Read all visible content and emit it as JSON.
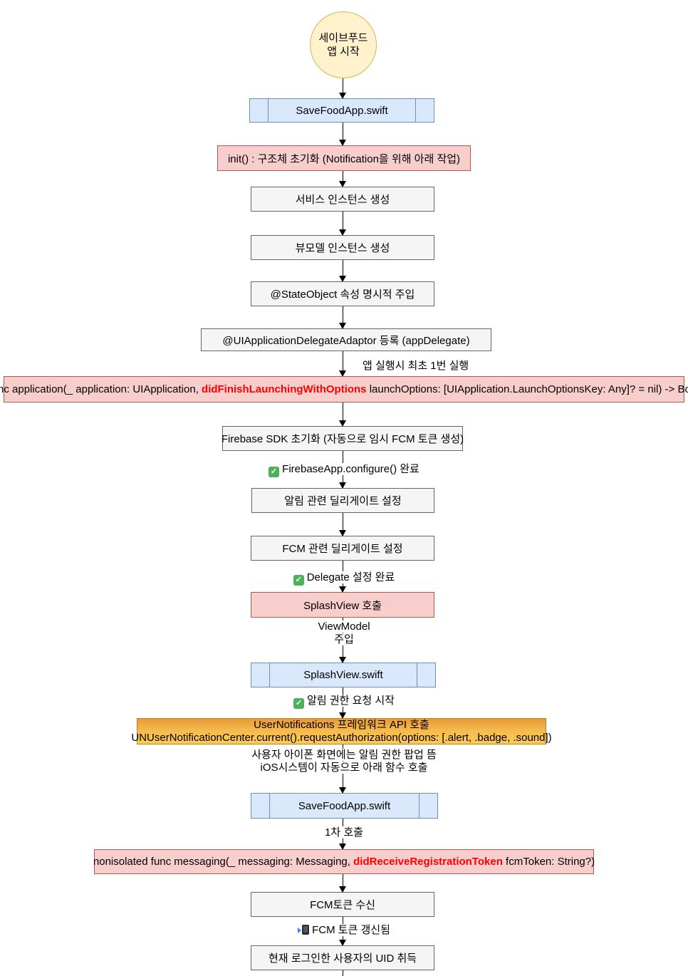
{
  "colors": {
    "start_fill": "#FFF2CC",
    "start_border": "#D6B656",
    "file_fill": "#DAE8FC",
    "file_border": "#6C8EBF",
    "process_fill": "#F5F5F5",
    "process_border": "#666666",
    "alert_fill": "#F8CECC",
    "alert_border": "#B85450",
    "api_gradient_top": "#E79A37",
    "api_gradient_bottom": "#FFCB55",
    "api_border": "#BD7E23",
    "keyword_red": "#FF0000",
    "arrow": "#000000"
  },
  "start": {
    "line1": "세이브푸드",
    "line2": "앱 시작"
  },
  "nodes": {
    "file1": "SaveFoodApp.swift",
    "init": "init() : 구조체 초기화 (Notification을 위해 아래 작업)",
    "service": "서비스 인스턴스 생성",
    "viewmodel": "뷰모델 인스턴스 생성",
    "stateobject": "@StateObject 속성 명시적 주입",
    "adaptor": "@UIApplicationDelegateAdaptor 등록 (appDelegate)",
    "app_func": {
      "pre": "func application(_ application: UIApplication, ",
      "highlight": "didFinishLaunchingWithOptions",
      "post": " launchOptions: [UIApplication.LaunchOptionsKey: Any]? = nil) -> Bool"
    },
    "firebase": "Firebase SDK 초기화 (자동으로 임시 FCM 토큰 생성)",
    "notif_delegate": "알림 관련 딜리게이트 설정",
    "fcm_delegate": "FCM 관련 딜리게이트 설정",
    "splash_call": "SplashView 호출",
    "file2": "SplashView.swift",
    "api": {
      "line1": "UserNotifications 프레임워크 API 호출",
      "line2": "UNUserNotificationCenter.current().requestAuthorization(options: [.alert, .badge, .sound])"
    },
    "file3": "SaveFoodApp.swift",
    "messaging_func": {
      "pre": "nonisolated func messaging(_ messaging: Messaging, ",
      "highlight": "didReceiveRegistrationToken",
      "post": " fcmToken: String?)"
    },
    "fcm_token": "FCM토큰 수신",
    "uid": "현재 로그인한 사용자의 UID 취득"
  },
  "edge_labels": {
    "first_run": "앱 실행시 최초 1번 실행",
    "configure_done": "FirebaseApp.configure() 완료",
    "delegate_done": "Delegate 설정 완료",
    "viewmodel_inject": {
      "line1": "ViewModel",
      "line2": "주입"
    },
    "auth_request": "알림 권한 요청 시작",
    "popup": {
      "line1": "사용자 아이폰 화면에는 알림 권한 팝업 뜸",
      "line2": "iOS시스템이 자동으로 아래 함수 호출"
    },
    "first_call": "1차 호출",
    "token_refresh": "FCM 토큰 갱신됨"
  },
  "icons": {
    "check_glyph": "✓"
  }
}
